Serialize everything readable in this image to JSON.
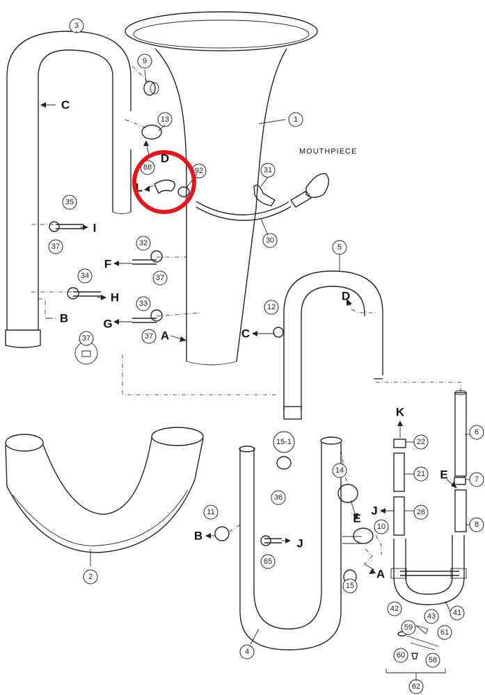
{
  "header": {
    "mouthpiece_label": "MOUTHPIECE"
  },
  "callouts": {
    "c1": "1",
    "c2": "2",
    "c3": "3",
    "c4": "4",
    "c5": "5",
    "c6": "6",
    "c7": "7",
    "c8": "8",
    "c9": "9",
    "c10": "10",
    "c11": "11",
    "c12": "12",
    "c13": "13",
    "c14": "14",
    "c15": "15",
    "c15_1": "15-1",
    "c21": "21",
    "c22": "22",
    "c26": "26",
    "c30": "30",
    "c31": "31",
    "c32": "32",
    "c33": "33",
    "c34": "34",
    "c35": "35",
    "c36": "36",
    "c37a": "37",
    "c37b": "37",
    "c37c": "37",
    "c37d": "37",
    "c41": "41",
    "c42": "42",
    "c43": "43",
    "c58": "58",
    "c59": "59",
    "c60": "60",
    "c61": "61",
    "c62": "62",
    "c65": "65",
    "c88": "88",
    "c92": "92"
  },
  "connectors": {
    "A1": "A",
    "A2": "A",
    "B1": "B",
    "B2": "B",
    "C1": "C",
    "C2": "C",
    "D1": "D",
    "D2": "D",
    "E1": "E",
    "E2": "E",
    "F": "F",
    "G": "G",
    "H": "H",
    "I": "I",
    "J1": "J",
    "J2": "J",
    "K": "K",
    "L": "L"
  },
  "highlight": {
    "color": "#e8141b",
    "target": "88"
  },
  "colors": {
    "line": "#222222",
    "background": "#ffffff"
  }
}
